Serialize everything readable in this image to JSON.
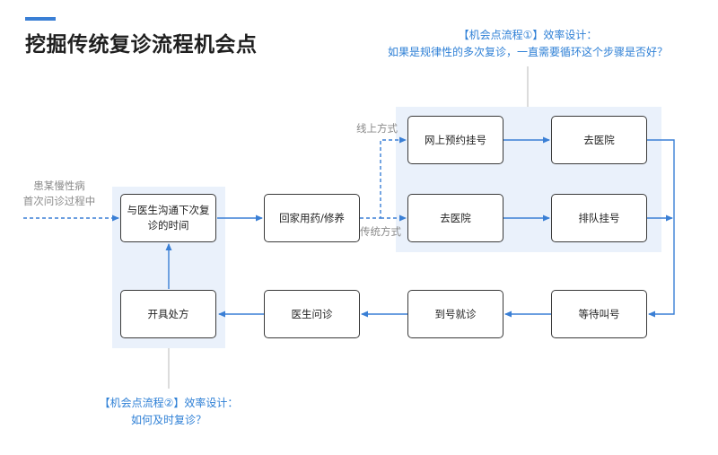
{
  "title": "挖掘传统复诊流程机会点",
  "opportunity1": {
    "line1": "【机会点流程①】效率设计：",
    "line2": "如果是规律性的多次复诊，一直需要循环这个步骤是否好？"
  },
  "opportunity2": {
    "line1": "【机会点流程②】效率设计：",
    "line2": "如何及时复诊？"
  },
  "start": {
    "line1": "患某慢性病",
    "line2": "首次问诊过程中"
  },
  "branch_labels": {
    "online": "线上方式",
    "traditional": "传统方式"
  },
  "nodes": {
    "discuss": {
      "line1": "与医生沟通下次复",
      "line2": "诊的时间"
    },
    "home": "回家用药/修养",
    "online_register": "网上预约挂号",
    "hospital_a": "去医院",
    "hospital_b": "去医院",
    "queue_register": "排队挂号",
    "wait_call": "等待叫号",
    "checkin": "到号就诊",
    "consult": "医生问诊",
    "prescribe": "开具处方"
  },
  "colors": {
    "accent": "#2f80d6",
    "arrow": "#3a7fd5",
    "highlight_bg": "#eaf1fb",
    "node_border": "#3a3a3a",
    "muted_text": "#8a8a8a"
  }
}
